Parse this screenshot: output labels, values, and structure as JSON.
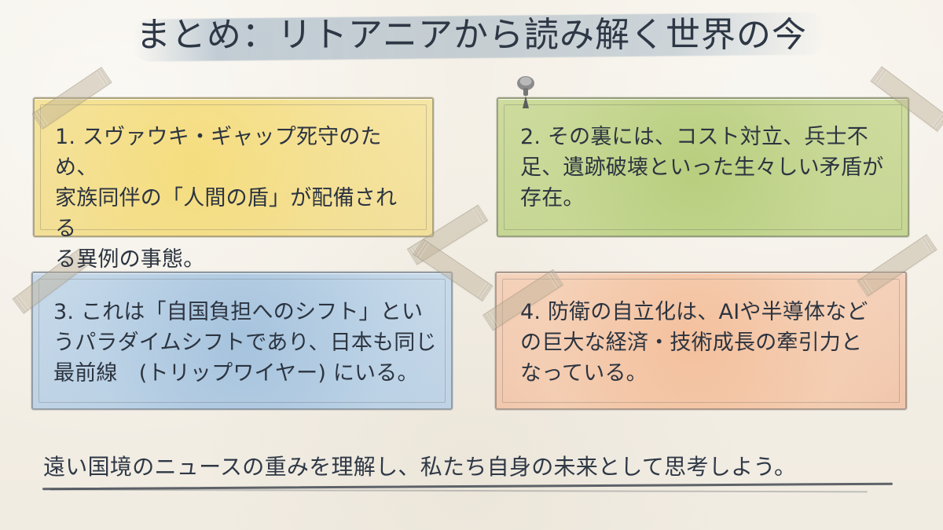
{
  "title": "まとめ：リトアニアから読み解く世界の今",
  "cards": [
    {
      "text": "1. スヴァウキ・ギャップ死守のため、\n家族同伴の「人間の盾」が配備される\nる異例の事態。"
    },
    {
      "text": "2. その裏には、コスト対立、兵士不\n足、遺跡破壊といった生々しい矛盾が\n存在。"
    },
    {
      "text": "3. これは「自国負担へのシフト」とい\nうパラダイムシフトであり、日本も同じ\n最前線　(トリップワイヤー) にいる。"
    },
    {
      "text": "4. 防衛の自立化は、AIや半導体など\nの巨大な経済・技術成長の牽引力と\nなっている。"
    }
  ],
  "footer": "遠い国境のニュースの重みを理解し、私たち自身の未来として思考しよう。",
  "icons": {
    "pushpin": "pushpin-icon"
  },
  "colors": {
    "yellow_card": "#f1df9d",
    "green_card": "#c6d694",
    "blue_card": "#bfd3e5",
    "orange_card": "#f0c6ab",
    "title_wash": "#698aa8"
  }
}
